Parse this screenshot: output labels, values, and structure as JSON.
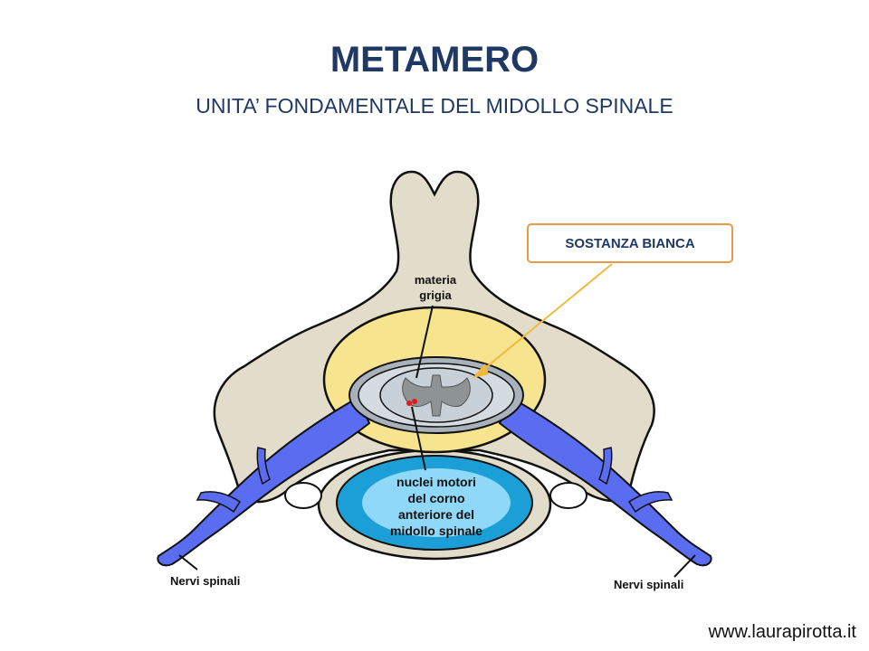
{
  "title": "METAMERO",
  "subtitle": "UNITA’ FONDAMENTALE DEL MIDOLLO SPINALE",
  "callout": "SOSTANZA BIANCA",
  "labels": {
    "materia_line1": "materia",
    "materia_line2": "grigia",
    "nuclei_line1": "nuclei motori",
    "nuclei_line2": "del corno",
    "nuclei_line3": "anteriore del",
    "nuclei_line4": "midollo spinale",
    "nerve_left": "Nervi spinali",
    "nerve_right": "Nervi spinali"
  },
  "footer": "www.laurapirotta.it",
  "colors": {
    "title": "#1f3864",
    "bone": "#e2dcca",
    "fat": "#f6e48e",
    "nerve": "#5a6cf0",
    "disc_outer": "#1b9fd6",
    "disc_inner": "#8fd8f7",
    "white_matter": "#c9d1d8",
    "grey_matter": "#8e9496",
    "callout_border": "#e59b4c",
    "arrow": "#f2b93a",
    "nuclei": "#e01b1b"
  }
}
